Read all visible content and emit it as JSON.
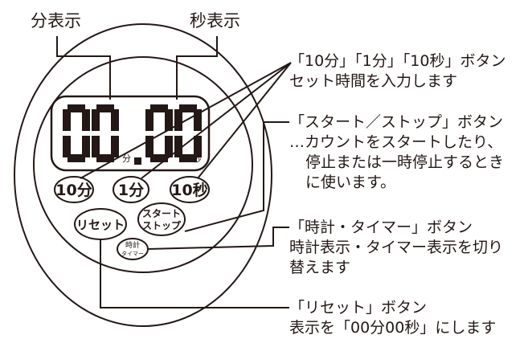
{
  "labels": {
    "minute_display": "分表示",
    "second_display": "秒表示"
  },
  "display": {
    "minutes": "00",
    "minutes_unit": "分",
    "seconds": "00",
    "seconds_unit": "秒"
  },
  "buttons": {
    "ten_min": "10分",
    "one_min": "1分",
    "ten_sec": "10秒",
    "reset": "リセット",
    "start_stop_line1": "スタート",
    "start_stop_line2": "ストップ",
    "clock_timer_line1": "時計",
    "clock_timer_line2": "タイマー"
  },
  "annotations": {
    "time_set": {
      "title": "「10分」「1分」「10秒」ボタン",
      "desc": "セット時間を入力します"
    },
    "start_stop": {
      "title": "「スタート／ストップ」ボタン",
      "desc1": "…カウントをスタートしたり、",
      "desc2": "停止または一時停止するとき",
      "desc3": "に使います。"
    },
    "clock_timer": {
      "title": "「時計・タイマー」ボタン",
      "desc1": "時計表示・タイマー表示を切り",
      "desc2": "替えます"
    },
    "reset": {
      "title": "「リセット」ボタン",
      "desc": "表示を「00分00秒」にします"
    }
  }
}
